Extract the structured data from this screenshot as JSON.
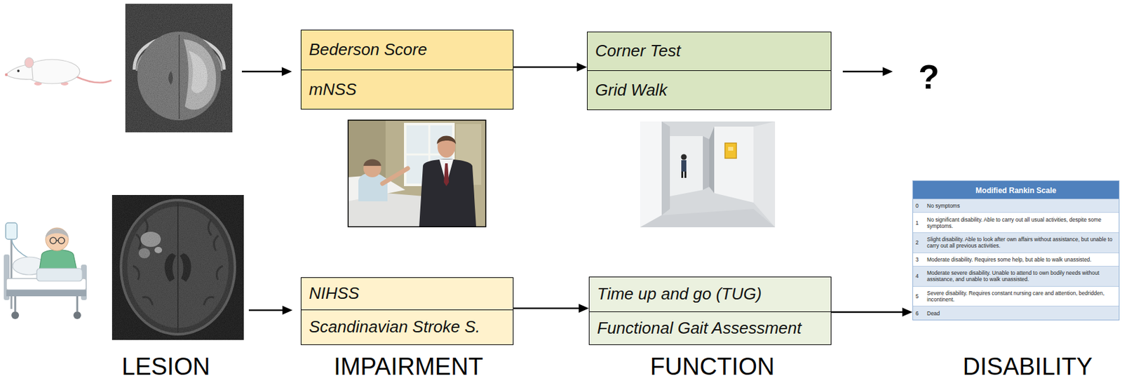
{
  "diagram": {
    "nodes": [
      {
        "text": [
          "Bederson Score"
        ]
      },
      {
        "text": [
          "mNSS"
        ]
      },
      {
        "text": [
          "Corner Test"
        ]
      },
      {
        "text": [
          "Grid Walk"
        ]
      },
      {
        "text": [
          "NIHSS"
        ]
      },
      {
        "text": [
          "Scandinavian Stroke S."
        ]
      },
      {
        "text": [
          "Time up and go (TUG)"
        ]
      },
      {
        "text": [
          "Functional Gait Assessment"
        ]
      },
      {
        "text": [
          "Modified Rankin Scale"
        ]
      }
    ],
    "edges": [
      {
        "from": 0,
        "to": 2,
        "arrow": "to"
      },
      {
        "from": 4,
        "to": 6,
        "arrow": "to"
      },
      {
        "from": 6,
        "to": 8,
        "arrow": "to"
      }
    ],
    "labels": [
      "?",
      "0",
      "No symptoms",
      "1",
      "No significant disability. Able to carry out all usual activities, despite some symptoms.",
      "2",
      "Slight disability. Able to look after own affairs without assistance, but unable to carry out all previous activities.",
      "3",
      "Moderate disability. Requires some help, but able to walk unassisted.",
      "4",
      "Moderate severe disability. Unable to attend to own bodily needs without assistance, and unable to walk unassisted.",
      "5",
      "Severe disability. Requires constant nursing care and attention, bedridden, incontinent.",
      "6",
      "Dead",
      "LESION",
      "IMPAIRMENT",
      "FUNCTION",
      "DISABILITY"
    ]
  }
}
